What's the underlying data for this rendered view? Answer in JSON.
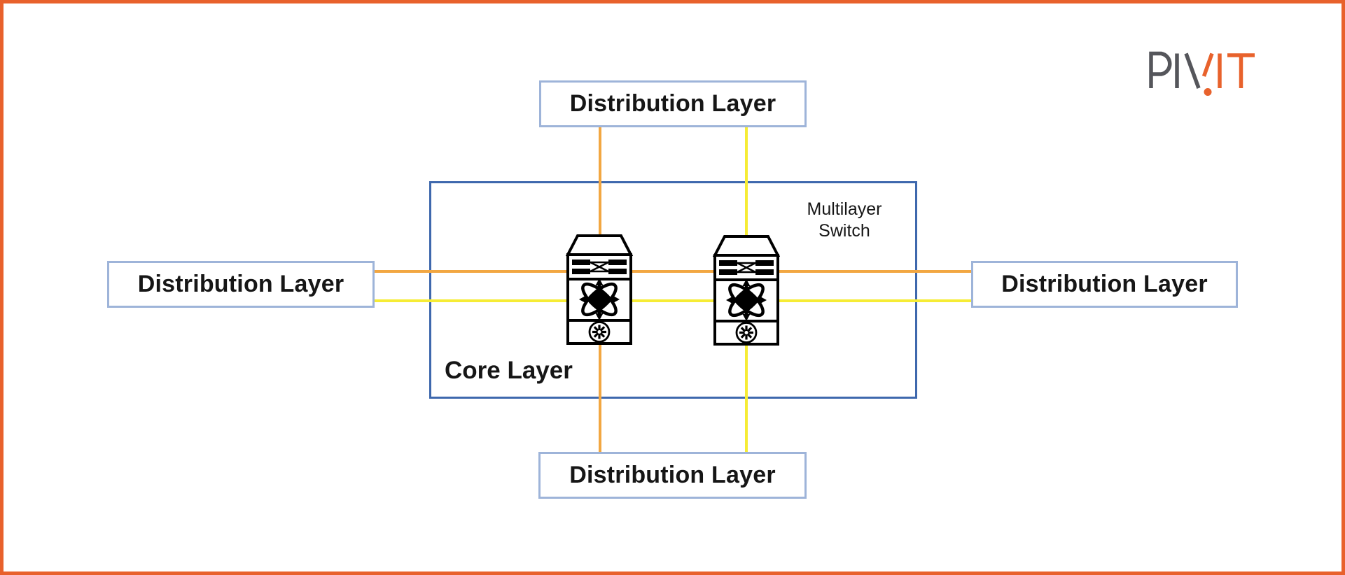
{
  "canvas": {
    "background": "#ffffff",
    "frame_border_color": "#e8612c"
  },
  "logo": {
    "text": "PIVIT",
    "gray_color": "#55565b",
    "orange_color": "#e8622c"
  },
  "diagram": {
    "core": {
      "label": "Core Layer",
      "border_color": "#3e68ad"
    },
    "switch_caption": {
      "line1": "Multilayer",
      "line2": "Switch"
    },
    "distribution": {
      "top": {
        "label": "Distribution Layer"
      },
      "left": {
        "label": "Distribution Layer"
      },
      "right": {
        "label": "Distribution Layer"
      },
      "bottom": {
        "label": "Distribution Layer"
      }
    },
    "colors": {
      "link_orange": "#f2a742",
      "link_yellow": "#f6ec35",
      "distribution_border": "#9eb4d9",
      "text": "#161616"
    },
    "switches": [
      {
        "name": "multilayer-switch-1"
      },
      {
        "name": "multilayer-switch-2"
      }
    ]
  }
}
